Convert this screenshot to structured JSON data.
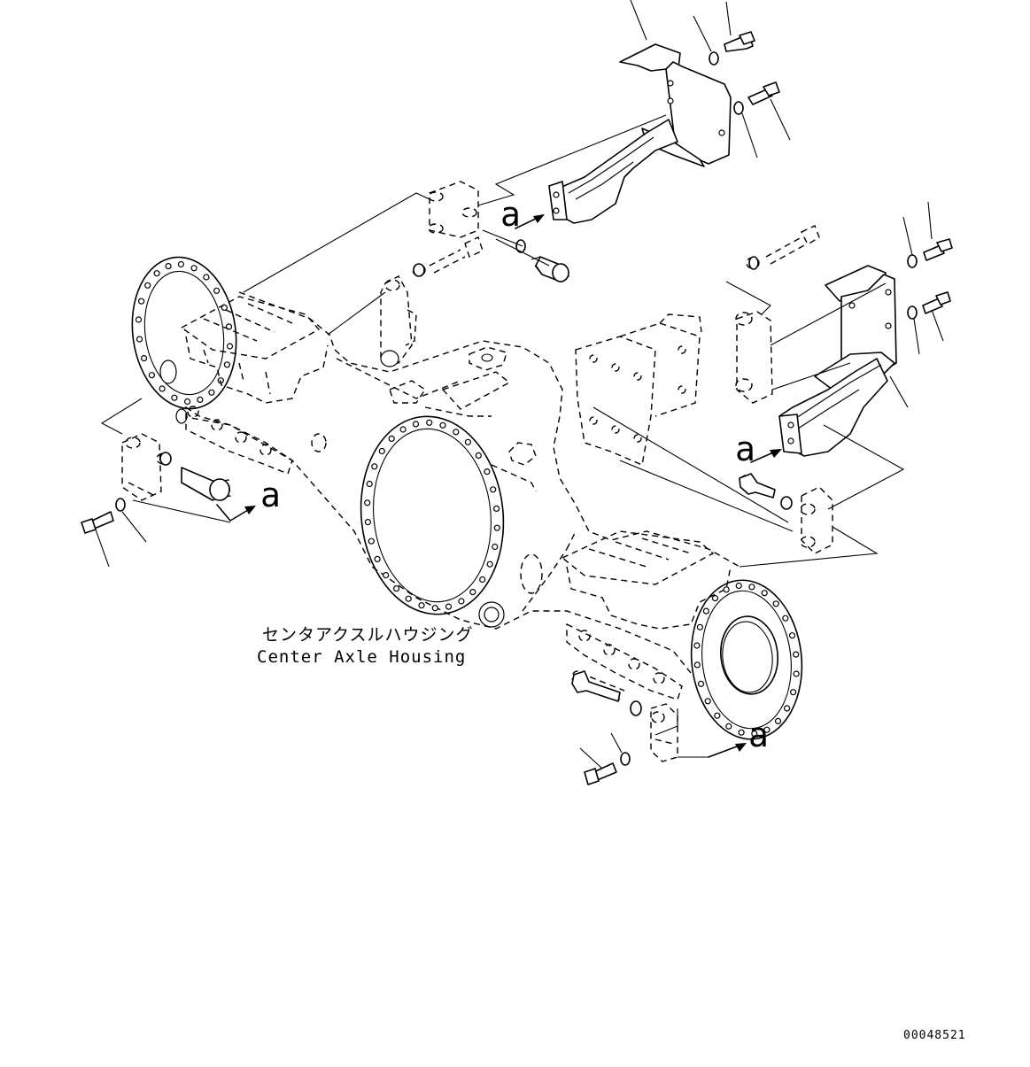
{
  "diagram": {
    "caption_jp": "センタアクスルハウジング",
    "caption_en": "Center Axle Housing",
    "detail_marker": "a",
    "drawing_number": "00048521"
  }
}
